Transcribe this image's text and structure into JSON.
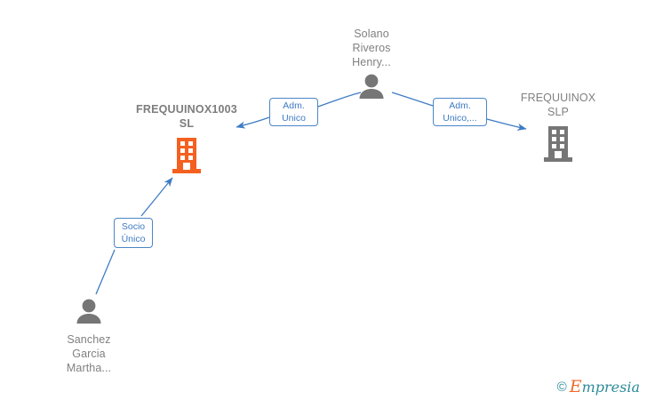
{
  "diagram": {
    "type": "corporate-relationship-graph",
    "background_color": "#ffffff",
    "edge_color": "#3f7bc4",
    "focal_color": "#f4601f",
    "node_color": "#767676",
    "label_text_color": "#808080"
  },
  "nodes": [
    {
      "id": "frequuinox1003sl",
      "kind": "company",
      "label": "FREQUUINOX1003\nSL",
      "icon": "building-icon",
      "color": "#f4601f",
      "focal": true,
      "label_position": "above"
    },
    {
      "id": "solano-riveros-henry",
      "kind": "person",
      "label": "Solano\nRiveros\nHenry...",
      "icon": "person-icon",
      "color": "#767676",
      "focal": false,
      "label_position": "above"
    },
    {
      "id": "frequuinox-slp",
      "kind": "company",
      "label": "FREQUUINOX\nSLP",
      "icon": "building-icon",
      "color": "#767676",
      "focal": false,
      "label_position": "above"
    },
    {
      "id": "sanchez-garcia-martha",
      "kind": "person",
      "label": "Sanchez\nGarcia\nMartha...",
      "icon": "person-icon",
      "color": "#767676",
      "focal": false,
      "label_position": "below"
    }
  ],
  "edges": [
    {
      "id": "edge-solano-to-frequuinox1003",
      "from": "solano-riveros-henry",
      "to": "frequuinox1003sl",
      "label": "Adm.\nUnico",
      "arrow": "to"
    },
    {
      "id": "edge-solano-to-frequuinox-slp",
      "from": "solano-riveros-henry",
      "to": "frequuinox-slp",
      "label": "Adm.\nUnico,...",
      "arrow": "to"
    },
    {
      "id": "edge-sanchez-to-frequuinox1003",
      "from": "sanchez-garcia-martha",
      "to": "frequuinox1003sl",
      "label": "Socio\nÚnico",
      "arrow": "to"
    }
  ],
  "watermark": {
    "copyright": "©",
    "brand_cap": "E",
    "brand_rest": "mpresia"
  }
}
